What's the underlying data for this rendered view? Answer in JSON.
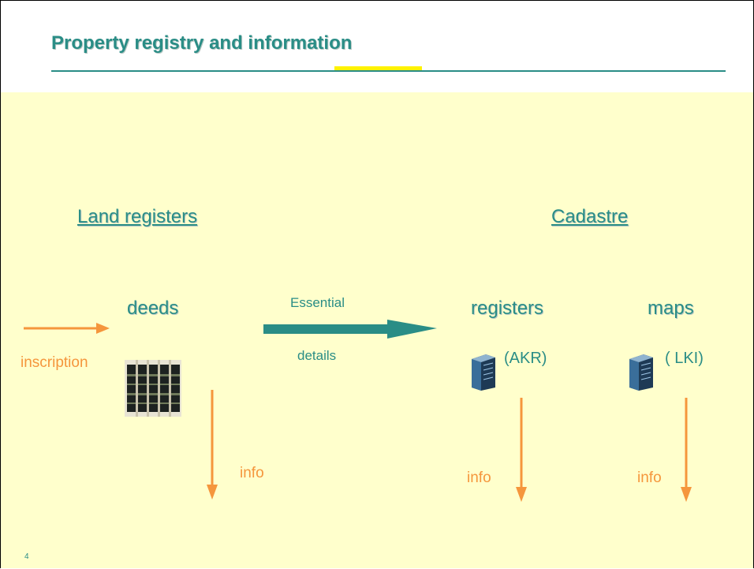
{
  "title": "Property registry and information",
  "left_column": {
    "heading": "Land registers",
    "item": "deeds",
    "inflow_label": "inscription",
    "outflow_label": "info",
    "image": "ledger-books"
  },
  "transfer": {
    "label_top": "Essential",
    "label_bottom": "details"
  },
  "right_column": {
    "heading": "Cadastre",
    "items": [
      {
        "label": "registers",
        "code": "(AKR)",
        "icon": "server-icon",
        "outflow_label": "info"
      },
      {
        "label": "maps",
        "code": "( LKI)",
        "icon": "server-icon",
        "outflow_label": "info"
      }
    ]
  },
  "page_number": "4",
  "colors": {
    "accent": "#2a8d86",
    "arrow_orange": "#f5963c",
    "background": "#ffffcc",
    "highlight": "#fff200"
  }
}
